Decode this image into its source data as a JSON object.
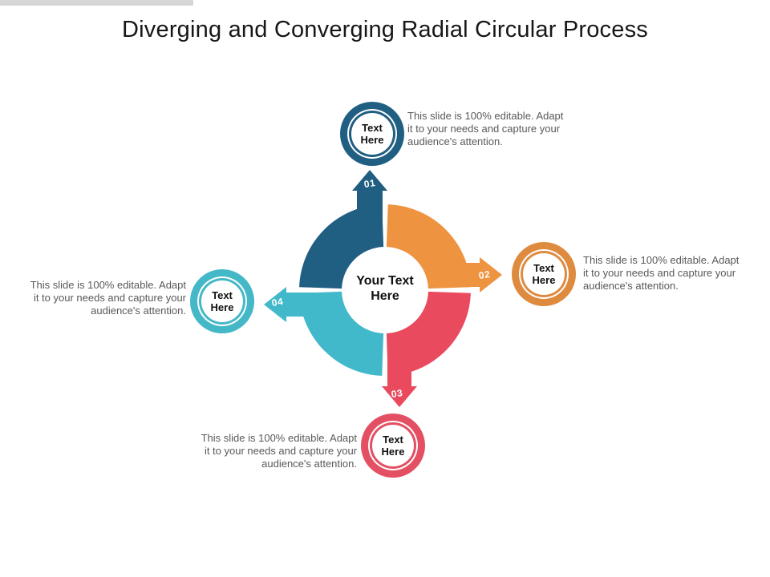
{
  "page": {
    "title": "Diverging and Converging Radial Circular Process"
  },
  "colors": {
    "blue": "#205E82",
    "orange": "#EE9340",
    "red": "#E94A5E",
    "teal": "#41B9CA",
    "badge_blue": "#205E82",
    "badge_orange": "#DE8B40",
    "badge_red": "#E35063",
    "badge_teal": "#44B8C7",
    "description_text": "#595959",
    "topbar": "#d6d6d6"
  },
  "diagram": {
    "center_label": "Your Text\nHere",
    "steps": [
      {
        "number": "01",
        "position": "top",
        "badge_label": "Text\nHere",
        "description": "This slide is 100% editable. Adapt\nit to your needs and capture your\naudience's attention."
      },
      {
        "number": "02",
        "position": "right",
        "badge_label": "Text\nHere",
        "description": "This slide is 100% editable. Adapt\nit to your needs and capture your\naudience's attention."
      },
      {
        "number": "03",
        "position": "bottom",
        "badge_label": "Text\nHere",
        "description": "This slide is 100% editable. Adapt\nit to your needs and capture your\naudience's attention."
      },
      {
        "number": "04",
        "position": "left",
        "badge_label": "Text\nHere",
        "description": "This slide is 100% editable. Adapt\nit to your needs and capture your\naudience's attention."
      }
    ]
  }
}
